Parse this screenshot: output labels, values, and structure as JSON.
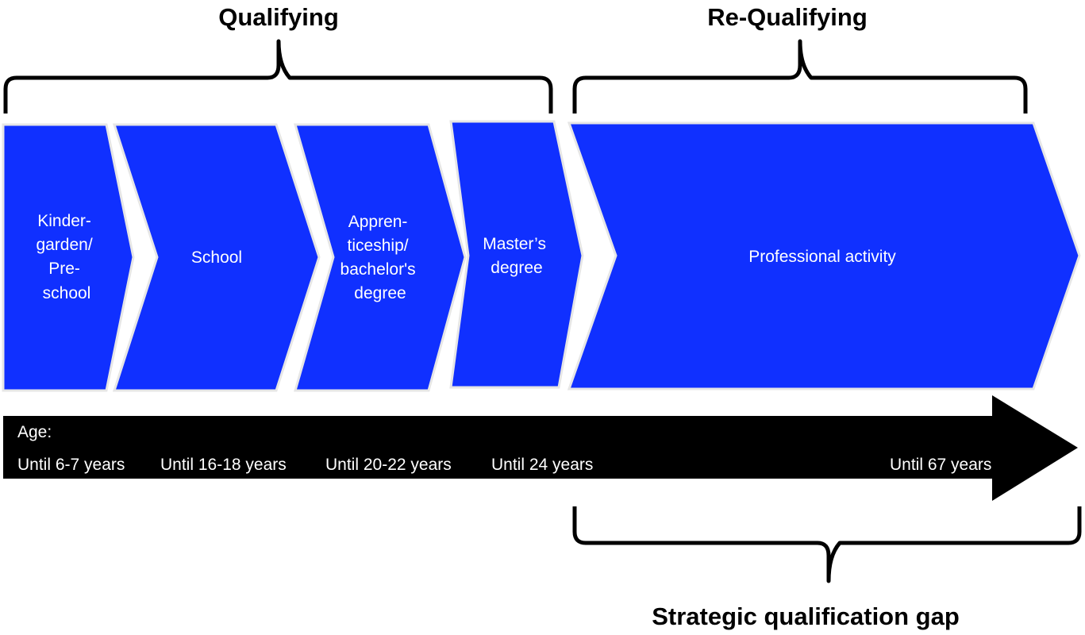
{
  "headings": {
    "qualifying": "Qualifying",
    "requalifying": "Re-Qualifying",
    "gap": "Strategic qualification gap"
  },
  "stages": [
    {
      "lines": [
        "Kinder-",
        "garden/",
        "Pre-",
        "school"
      ]
    },
    {
      "lines": [
        "School"
      ]
    },
    {
      "lines": [
        "Appren-",
        "ticeship/",
        "bachelor's",
        "degree"
      ]
    },
    {
      "lines": [
        "Master’s",
        "degree"
      ]
    },
    {
      "lines": [
        "Professional activity"
      ]
    }
  ],
  "timeline": {
    "label": "Age:",
    "ages": [
      "Until 6-7 years",
      "Until 16-18 years",
      "Until 20-22 years",
      "Until 24 years",
      "Until 67 years"
    ]
  },
  "colors": {
    "chevron_fill": "#1030ff",
    "arrow_fill": "#000000",
    "text_light": "#ffffff",
    "text_dark": "#000000"
  }
}
